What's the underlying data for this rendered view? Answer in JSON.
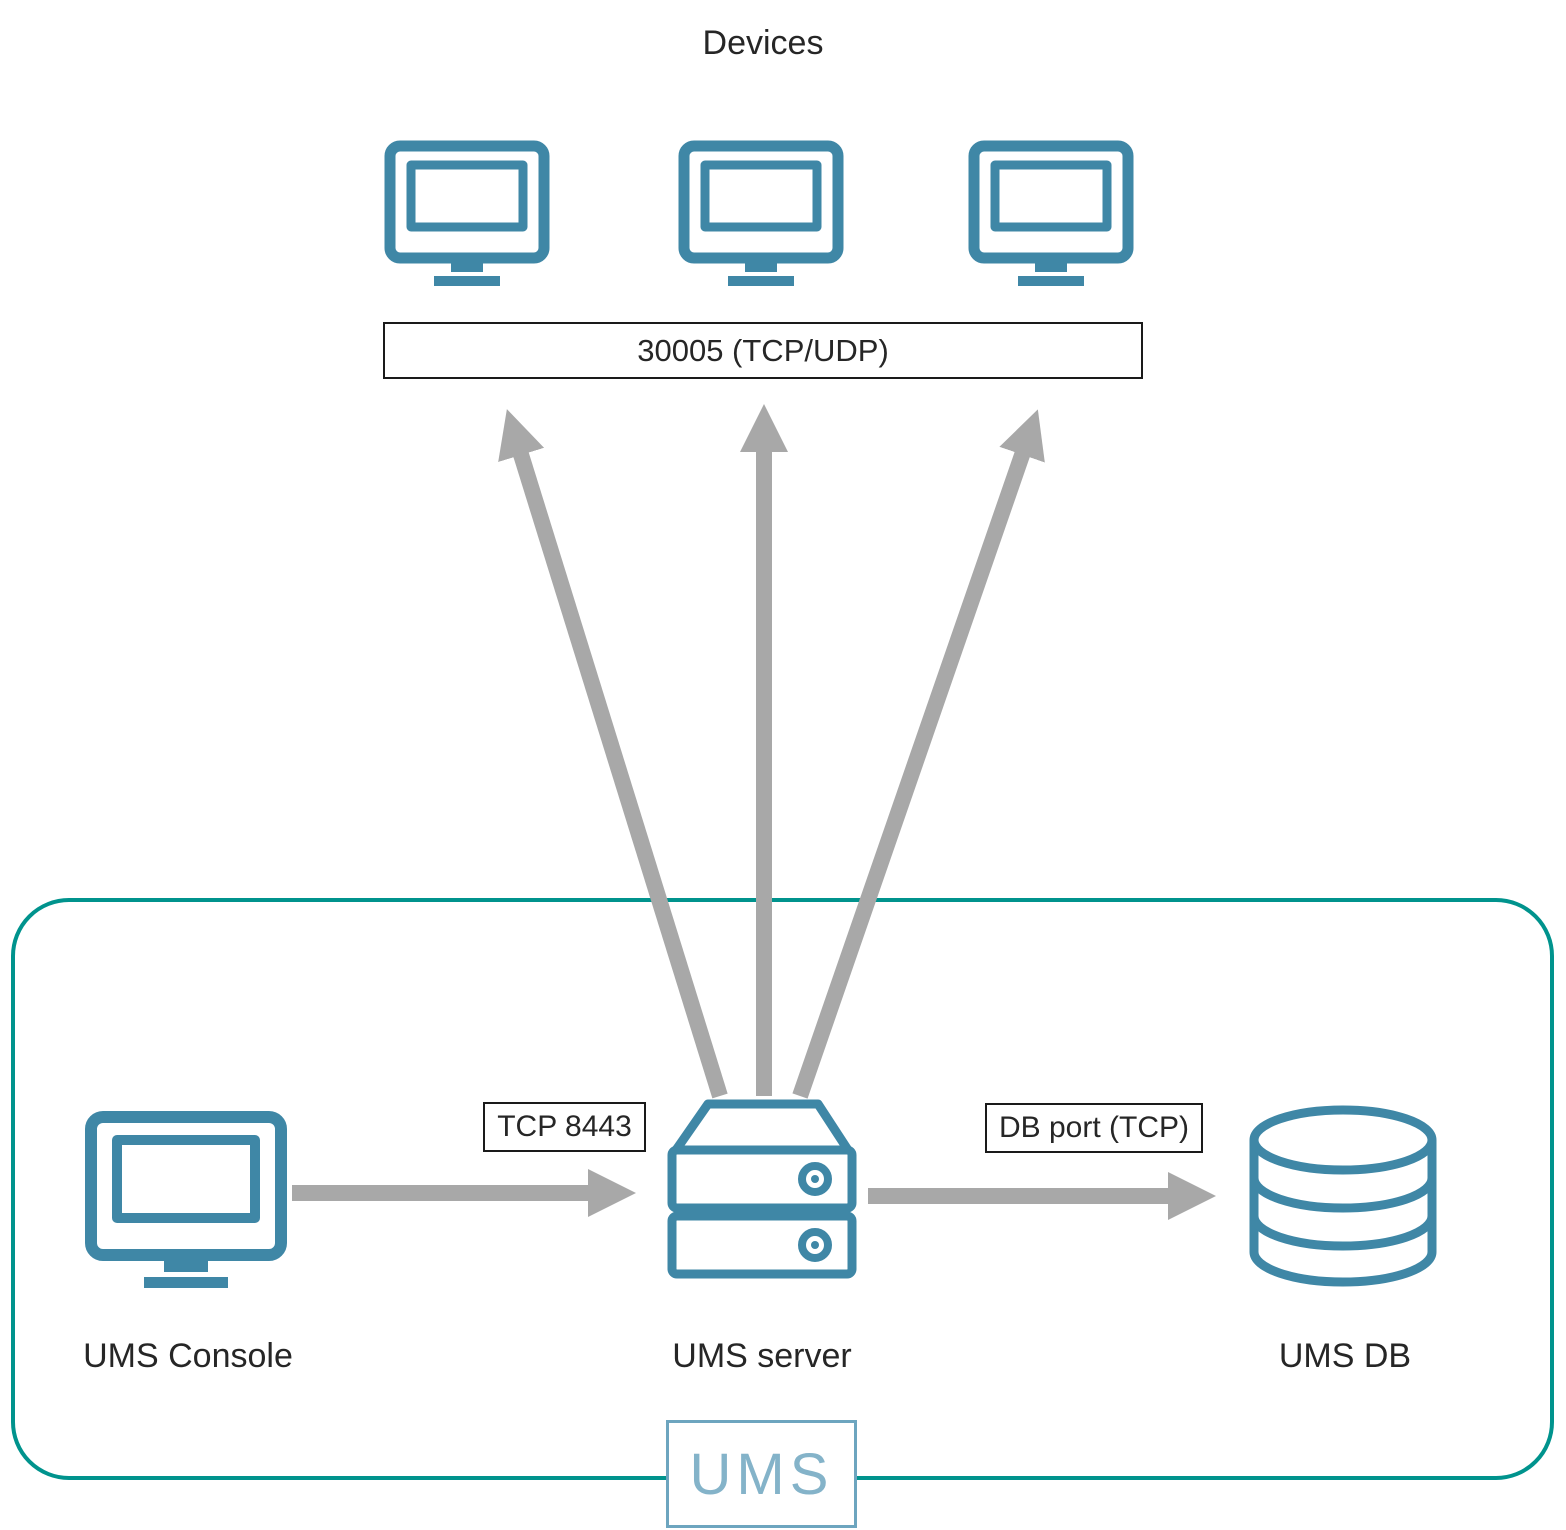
{
  "title": "Devices",
  "devices": {
    "port_label": "30005 (TCP/UDP)"
  },
  "connections": {
    "console_to_server": "TCP 8443",
    "server_to_db": "DB port (TCP)"
  },
  "nodes": {
    "console": "UMS Console",
    "server": "UMS server",
    "db": "UMS DB"
  },
  "badge": "UMS",
  "icons": {
    "device": "monitor-icon",
    "console": "monitor-icon",
    "server": "server-icon",
    "db": "database-icon"
  },
  "colors": {
    "icon": "#3f87a6",
    "arrow": "#a8a8a8",
    "boundary": "#00938d",
    "badge-border": "#6da5bf",
    "badge-text": "#84b3c9",
    "box-border": "#1a1a1a",
    "text": "#262626"
  }
}
